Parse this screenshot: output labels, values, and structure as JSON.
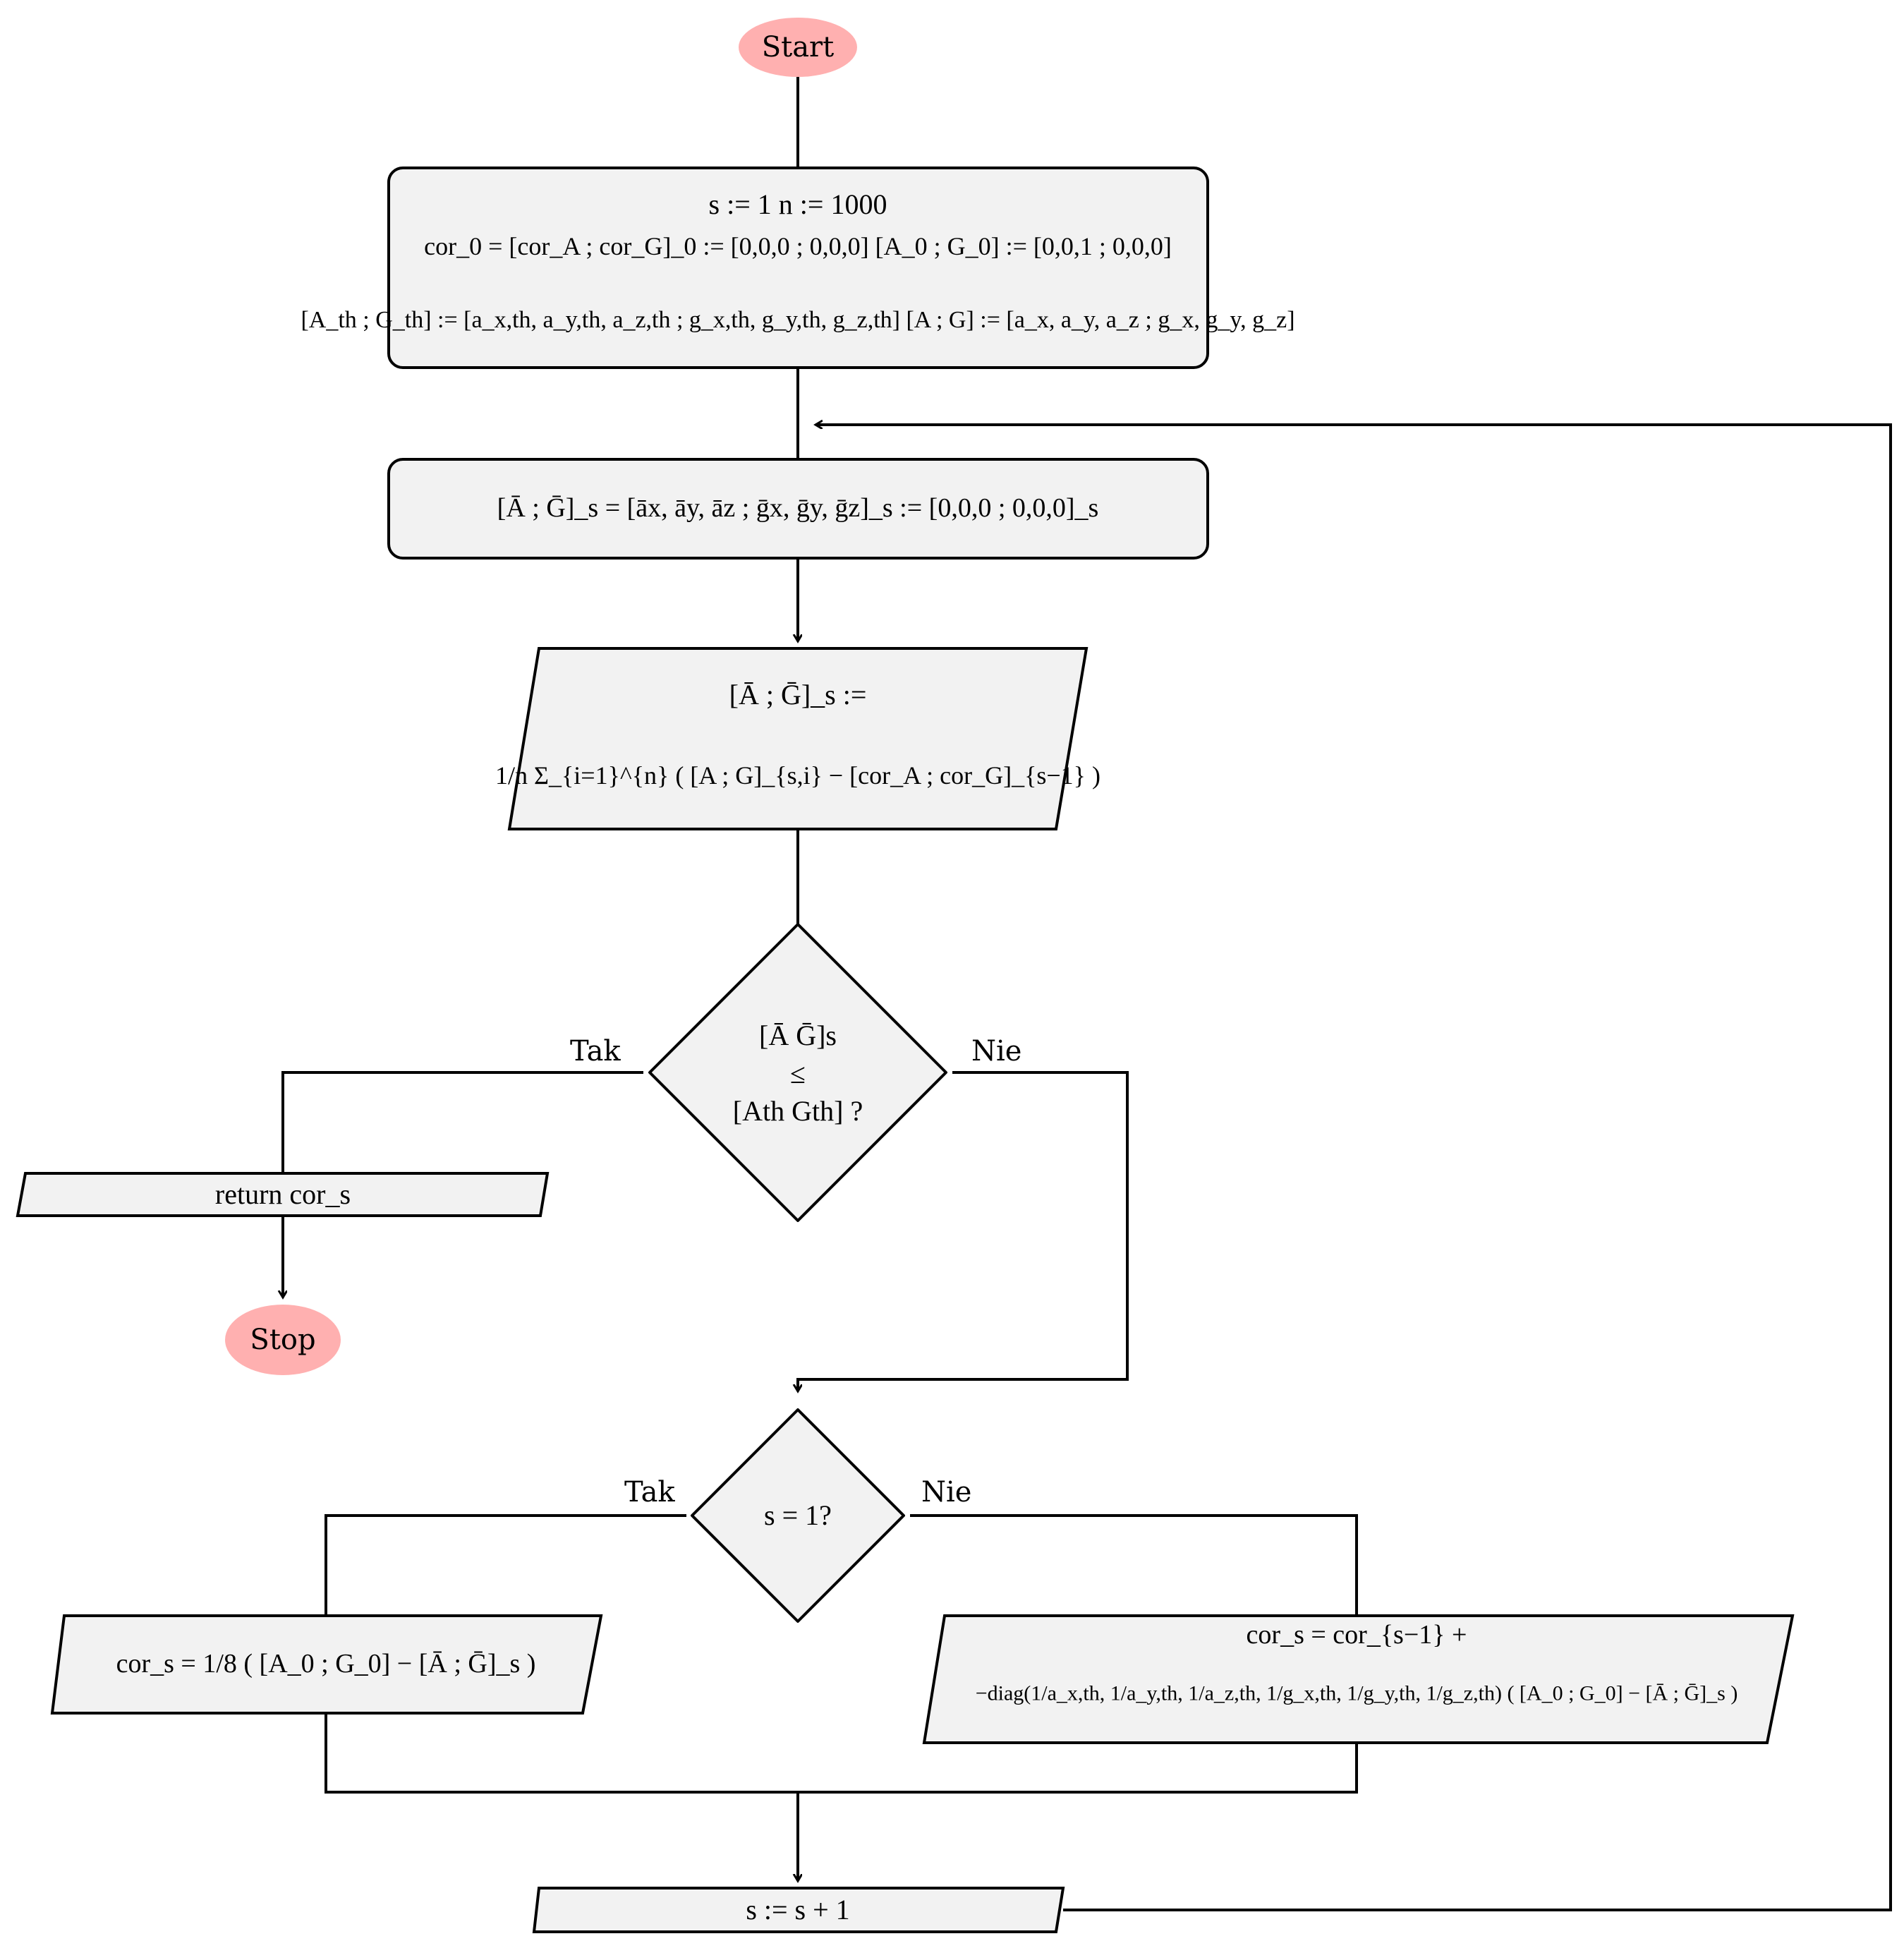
{
  "nodes": {
    "start": "Start",
    "stop": "Stop",
    "return": "return cor_s",
    "increment": "s := s + 1",
    "init": {
      "row1": "s := 1     n := 1000",
      "row2": "cor_0 = [cor_A ; cor_G]_0 := [0,0,0 ; 0,0,0]     [A_0 ; G_0] := [0,0,1 ; 0,0,0]",
      "row3": "[A_th ; G_th] := [a_x,th, a_y,th, a_z,th ; g_x,th, g_y,th, g_z,th]     [A ; G] := [a_x, a_y, a_z ; g_x, g_y, g_z]"
    },
    "reset_mean": "[Ā ; Ḡ]_s = [āx, āy, āz ; ḡx, ḡy, ḡz]_s := [0,0,0 ; 0,0,0]_s",
    "compute_mean": {
      "row1": "[Ā ; Ḡ]_s :=",
      "row2": "1/n Σ_{i=1}^{n} ( [A ; G]_{s,i} − [cor_A ; cor_G]_{s−1} )"
    },
    "decision_threshold": {
      "row1": "[Ā   Ḡ]s",
      "row2": "≤",
      "row3": "[Ath   Gth] ?"
    },
    "decision_first": "s = 1?",
    "first_correction": "cor_s = 1/8 ( [A_0 ; G_0] − [Ā ; Ḡ]_s )",
    "update_correction": {
      "row1": "cor_s = cor_{s−1} +",
      "row2": "−diag(1/a_x,th, 1/a_y,th, 1/a_z,th, 1/g_x,th, 1/g_y,th, 1/g_z,th) ( [A_0 ; G_0] − [Ā ; Ḡ]_s )"
    }
  },
  "edge_labels": {
    "threshold_yes": "Tak",
    "threshold_no": "Nie",
    "first_yes": "Tak",
    "first_no": "Nie"
  }
}
